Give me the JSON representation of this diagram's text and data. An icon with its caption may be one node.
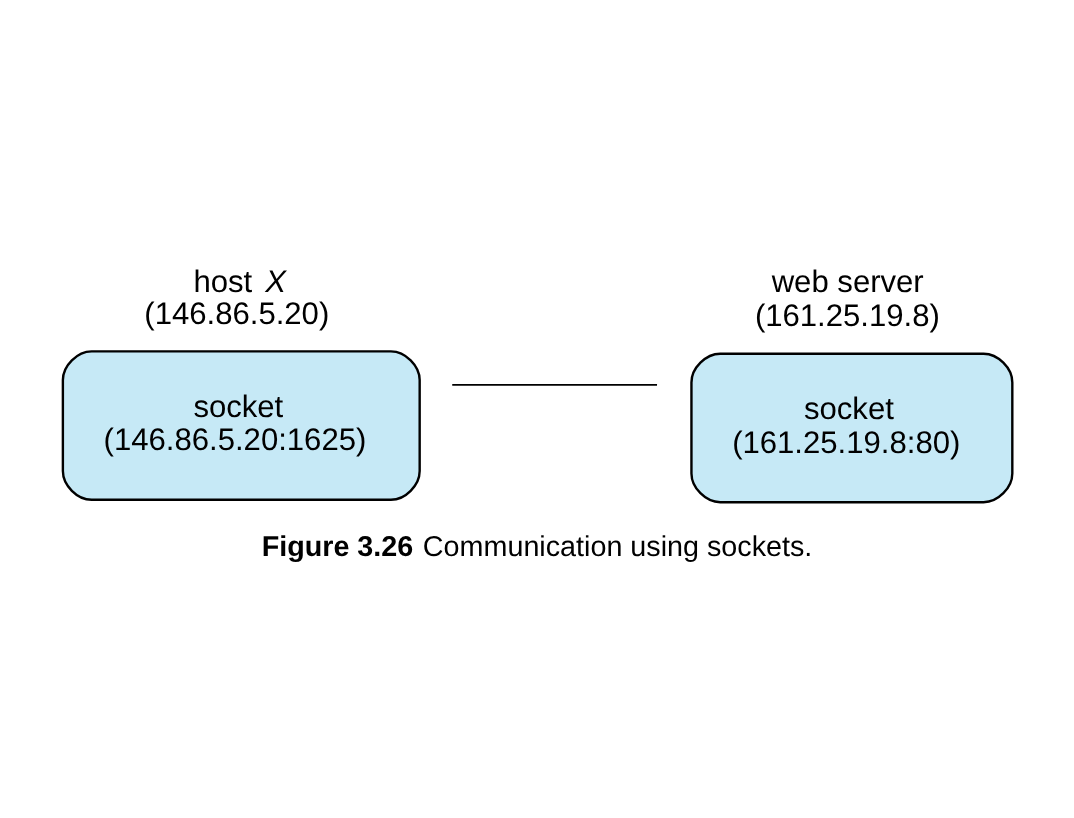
{
  "diagram": {
    "caption": "**Figure 3.26** Communication using sockets.",
    "nodes": [
      {
        "text": [
          "host *X* (146.86.5.20)",
          "socket (146.86.5.20:1625)"
        ]
      },
      {
        "text": [
          "web server (161.25.19.8)",
          "socket (161.25.19.8:80)"
        ]
      }
    ],
    "edges": [
      {
        "from": 0,
        "to": 1,
        "arrow": "none"
      }
    ]
  }
}
